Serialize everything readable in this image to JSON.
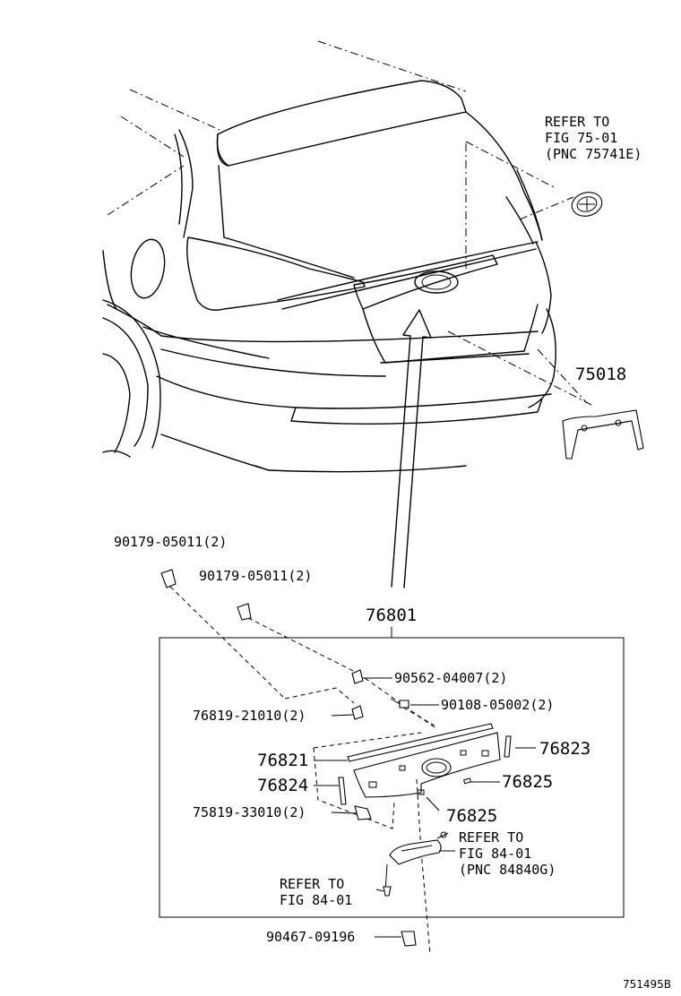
{
  "refers": {
    "emblem": {
      "line1": "REFER TO",
      "line2": "FIG 75-01",
      "line3": "(PNC 75741E)"
    },
    "lamp": {
      "line1": "REFER TO",
      "line2": "FIG 84-01",
      "line3": "(PNC 84840G)"
    },
    "screw": {
      "line1": "REFER TO",
      "line2": "FIG 84-01"
    }
  },
  "parts": {
    "p75018": "75018",
    "p76801": "76801",
    "clip_a": "90179-05011(2)",
    "clip_b": "90179-05011(2)",
    "p90562": "90562-04007(2)",
    "p90108": "90108-05002(2)",
    "p76819": "76819-21010(2)",
    "p76821": "76821",
    "p76823": "76823",
    "p76824": "76824",
    "p76825a": "76825",
    "p75819": "75819-33010(2)",
    "p76825b": "76825",
    "p90467": "90467-09196"
  },
  "figure_code": "751495B"
}
